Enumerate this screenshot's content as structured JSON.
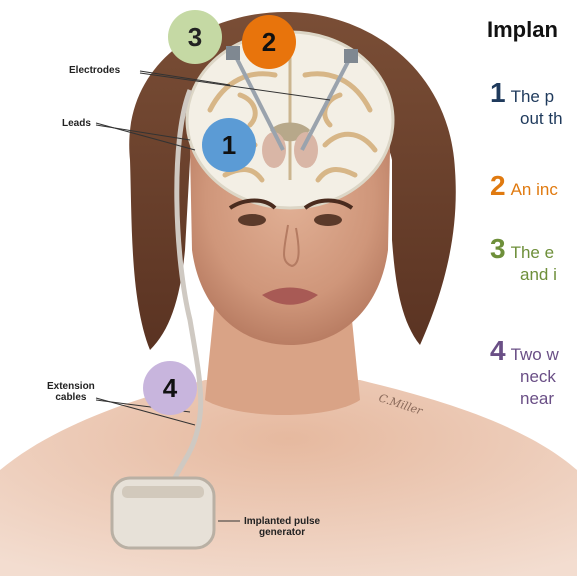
{
  "title": "Implan",
  "colors": {
    "step1": "#1f3a5c",
    "step2": "#e07a10",
    "step3": "#6e8f3a",
    "step4": "#6a4f86",
    "badge1": "#5b9bd5",
    "badge2": "#e8740c",
    "badge3": "#c5d9a4",
    "badge4": "#c8b5dd"
  },
  "badges": [
    "1",
    "2",
    "3",
    "4"
  ],
  "callouts": {
    "electrodes": "Electrodes",
    "leads": "Leads",
    "extension_cables_1": "Extension",
    "extension_cables_2": "cables",
    "pulse_generator_1": "Implanted pulse",
    "pulse_generator_2": "generator"
  },
  "signature": "C.Miller",
  "steps": [
    {
      "number": "1",
      "line1": "The p",
      "line2": "out th"
    },
    {
      "number": "2",
      "line1": "An inc"
    },
    {
      "number": "3",
      "line1": "The e",
      "line2": "and i"
    },
    {
      "number": "4",
      "line1": "Two w",
      "line2": "neck",
      "line3": "near"
    }
  ]
}
